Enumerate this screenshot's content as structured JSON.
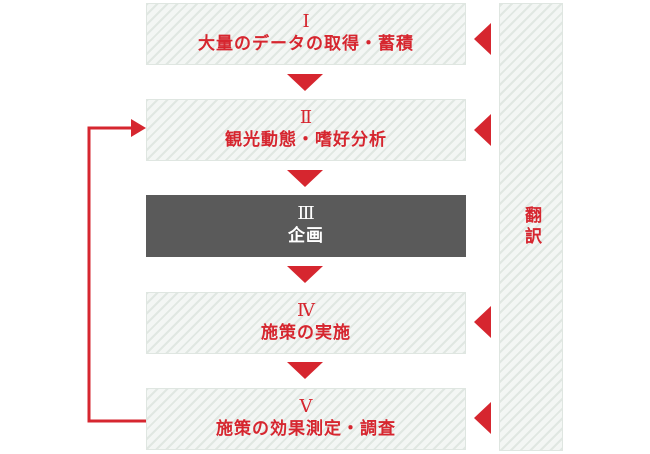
{
  "steps": [
    {
      "num": "Ⅰ",
      "label": "大量のデータの取得・蓄積"
    },
    {
      "num": "Ⅱ",
      "label": "観光動態・嗜好分析"
    },
    {
      "num": "Ⅲ",
      "label": "企画"
    },
    {
      "num": "Ⅳ",
      "label": "施策の実施"
    },
    {
      "num": "Ⅴ",
      "label": "施策の効果測定・調査"
    }
  ],
  "side_panel": {
    "label": "翻訳"
  },
  "colors": {
    "accent": "#d6262f",
    "dark_box": "#5a5a5a",
    "stripe_bg": "#eef2ef"
  }
}
